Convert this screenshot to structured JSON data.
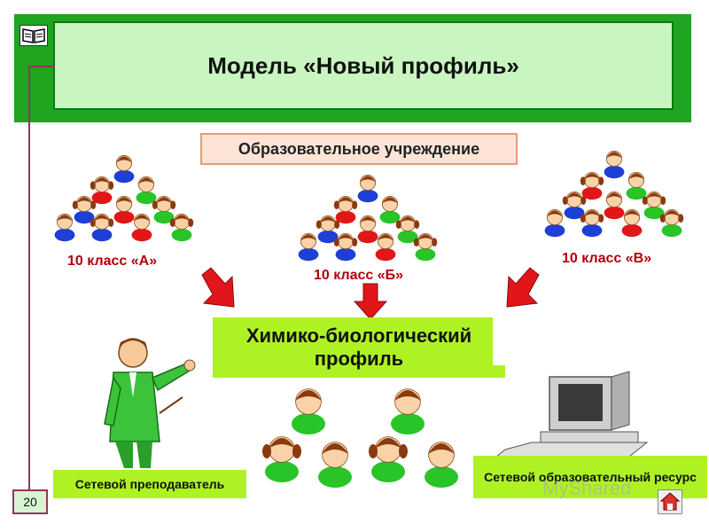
{
  "header": {
    "title": "Модель «Новый профиль»"
  },
  "page_number": "20",
  "institution": "Образовательное учреждение",
  "classes": [
    {
      "label": "10 класс «А»"
    },
    {
      "label": "10 класс «Б»"
    },
    {
      "label": "10 класс «В»"
    }
  ],
  "profile": {
    "line1": "Химико-биологический",
    "line2": "профиль"
  },
  "teacher": {
    "label": "Сетевой преподаватель"
  },
  "resource": {
    "label": "Сетевой образовательный ресурс"
  },
  "watermark": "MyShared",
  "colors": {
    "header_green": "#1fa51f",
    "header_inner": "#c9f5c1",
    "box_green": "#aef224",
    "label_red": "#b3000a",
    "arrow_red": "#e0161b"
  },
  "icons": [
    "book-icon",
    "home-icon",
    "arrow-down-icon",
    "teacher-figure",
    "computer-icon",
    "children-group"
  ]
}
